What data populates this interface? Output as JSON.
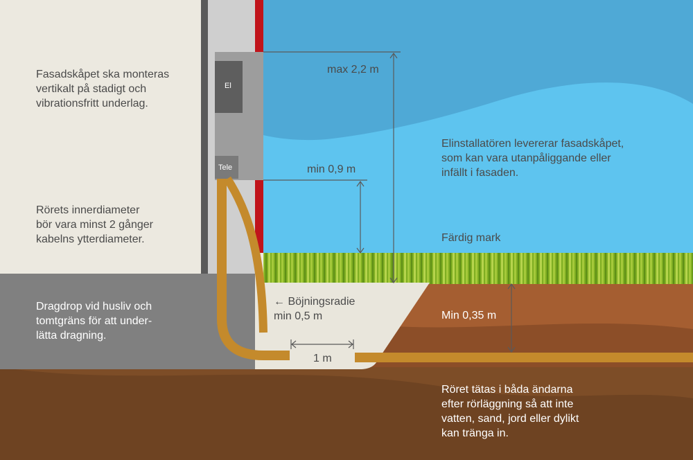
{
  "notes": {
    "mounting": "Fasadskåpet ska monteras\nvertikalt på stadigt och\nvibrationsfritt underlag.",
    "pipe_diameter": "Rörets innerdiameter\nbör vara minst 2 gånger\nkabelns ytterdiameter.",
    "dragdrop": "Dragdrop vid husliv och\ntomtgräns för att under-\nlätta dragning.",
    "installer": "Elinstallatören levererar fasadskåpet,\nsom kan vara utanpåliggande eller\ninfällt i fasaden.",
    "sealing": "Röret tätas i båda ändarna\nefter rörläggning så att inte\nvatten, sand, jord eller dylikt\nkan tränga in."
  },
  "cabinet": {
    "el_label": "El",
    "tele_label": "Tele"
  },
  "dimensions": {
    "max_height": "max 2,2 m",
    "min_height": "min 0,9 m",
    "bend_radius": "← Böjningsradie\nmin 0,5 m",
    "ground": "Färdig mark",
    "min_depth": "Min 0,35 m",
    "gap": "1 m"
  },
  "colors": {
    "sky": "#5ec4ef",
    "wall": "#ece9e0",
    "foundation": "#808080",
    "pipe": "#c48a2c",
    "red_trim": "#c0141b",
    "soil": "#a55e31",
    "deep_soil": "#6e4322",
    "grass": "#7fae22"
  }
}
